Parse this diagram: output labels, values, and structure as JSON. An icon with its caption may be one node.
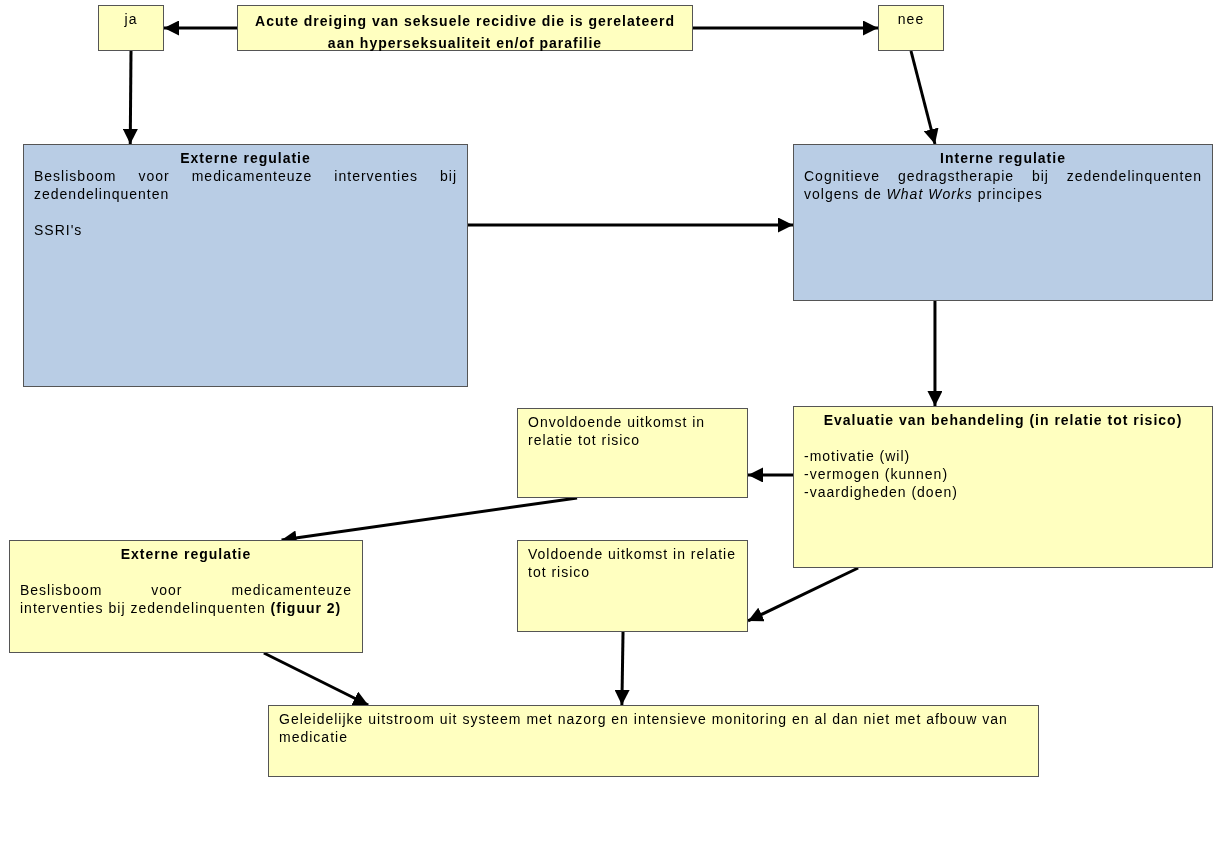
{
  "diagram": {
    "nodes": [
      {
        "text": [
          "Acute dreiging van seksuele recidive die is gerelateerd aan hyperseksualiteit en/of parafilie"
        ]
      },
      {
        "text": [
          "ja"
        ]
      },
      {
        "text": [
          "nee"
        ]
      },
      {
        "text": [
          "Externe regulatie",
          "Beslisboom voor medicamenteuze interventies bij zedendelinquenten",
          "SSRI's"
        ]
      },
      {
        "text": [
          "Interne regulatie",
          "Cognitieve gedragstherapie bij zedendelinquenten volgens de *What Works* principes"
        ]
      },
      {
        "text": [
          "Onvoldoende uitkomst in relatie tot risico"
        ]
      },
      {
        "text": [
          "Evaluatie van behandeling (in relatie tot risico)",
          "-motivatie (wil)",
          "-vermogen (kunnen)",
          "-vaardigheden (doen)"
        ]
      },
      {
        "text": [
          "Externe regulatie",
          "Beslisboom voor medicamenteuze interventies bij zedendelinquenten **(figuur 2)**"
        ]
      },
      {
        "text": [
          "Voldoende uitkomst in relatie tot risico"
        ]
      },
      {
        "text": [
          "Geleidelijke uitstroom uit systeem met nazorg en intensieve monitoring en al dan niet met afbouw van medicatie"
        ]
      }
    ],
    "edges": [
      {
        "from": 0,
        "to": 1,
        "arrow": "to"
      },
      {
        "from": 0,
        "to": 2,
        "arrow": "to"
      },
      {
        "from": 1,
        "to": 3,
        "arrow": "to"
      },
      {
        "from": 2,
        "to": 4,
        "arrow": "to"
      },
      {
        "from": 3,
        "to": 4,
        "arrow": "to"
      },
      {
        "from": 4,
        "to": 6,
        "arrow": "to"
      },
      {
        "from": 6,
        "to": 5,
        "arrow": "to"
      },
      {
        "from": 5,
        "to": 7,
        "arrow": "to"
      },
      {
        "from": 6,
        "to": 8,
        "arrow": "to"
      },
      {
        "from": 7,
        "to": 9,
        "arrow": "to"
      },
      {
        "from": 8,
        "to": 9,
        "arrow": "to"
      }
    ]
  }
}
